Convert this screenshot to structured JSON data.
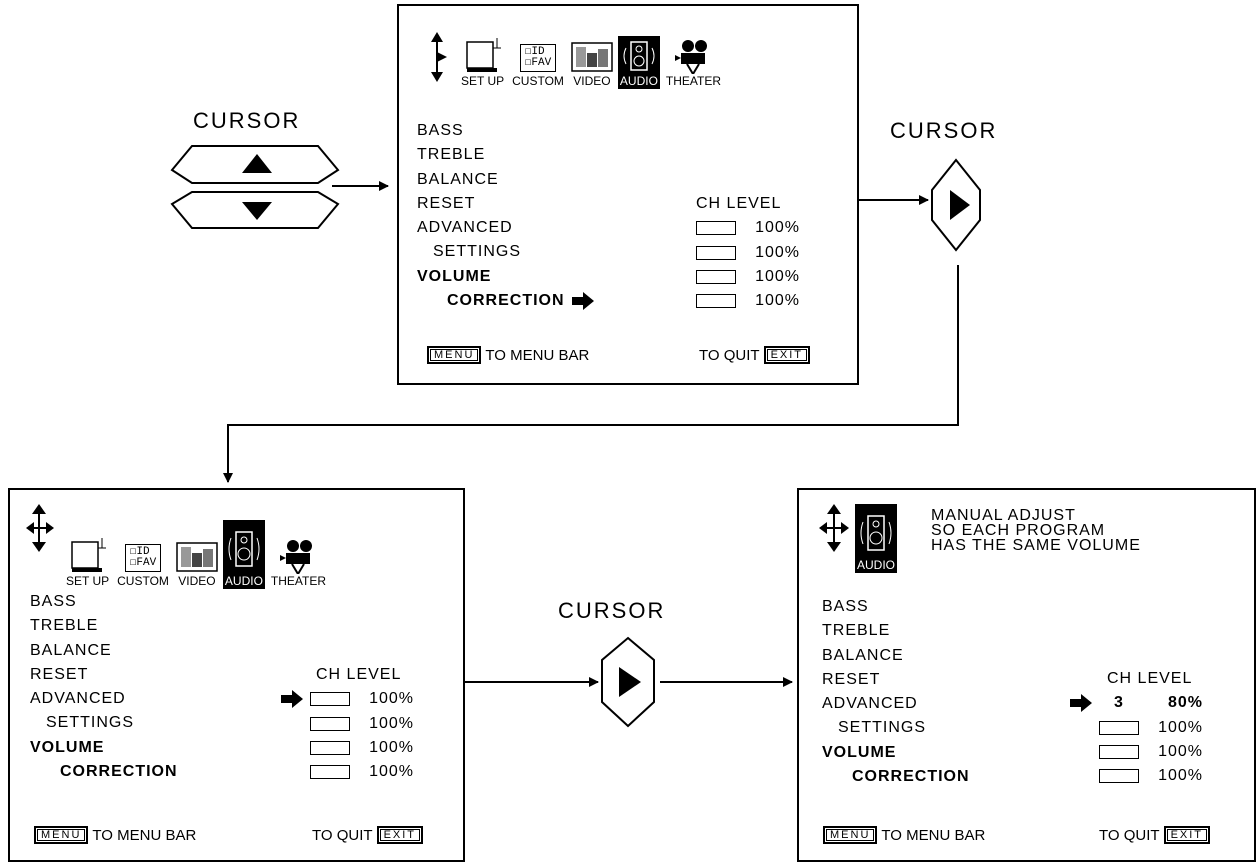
{
  "cursor_label": "CURSOR",
  "tabs": {
    "setup": "SET UP",
    "custom": "CUSTOM",
    "video": "VIDEO",
    "audio": "AUDIO",
    "theater": "THEATER",
    "custom_icon_lines": [
      "☐ID",
      "☐FAV"
    ]
  },
  "menu": {
    "bass": "BASS",
    "treble": "TREBLE",
    "balance": "BALANCE",
    "reset": "RESET",
    "advanced": "ADVANCED",
    "settings": "SETTINGS",
    "volume": "VOLUME",
    "correction": "CORRECTION"
  },
  "level_header": "CH  LEVEL",
  "levels": [
    "100%",
    "100%",
    "100%",
    "100%"
  ],
  "adjusted": {
    "ch": "3",
    "level": "80%"
  },
  "footer": {
    "menu_key": "MENU",
    "to_menu_bar": "TO MENU BAR",
    "to_quit": "TO QUIT",
    "exit_key": "EXIT"
  },
  "help_text": [
    "MANUAL ADJUST",
    "SO EACH PROGRAM",
    "HAS THE SAME VOLUME"
  ],
  "icons": [
    "updown-arrows-icon",
    "setup-tv-icon",
    "custom-id-fav-icon",
    "video-picture-icon",
    "audio-speaker-icon",
    "theater-projector-icon",
    "right-arrow-icon",
    "cursor-up-down-button",
    "cursor-right-button"
  ]
}
